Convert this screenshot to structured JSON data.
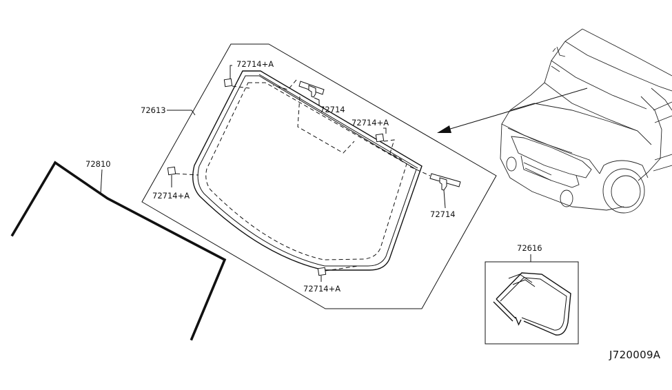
{
  "diagram": {
    "code": "J720009A",
    "labels": {
      "windshield_glass": "72613",
      "molding": "72810",
      "kit": "72616",
      "bracket_top_center": "72714",
      "bracket_right": "72714",
      "spacer_top_left": "72714+A",
      "spacer_top_right": "72714+A",
      "spacer_left": "72714+A",
      "spacer_bottom": "72714+A"
    }
  }
}
